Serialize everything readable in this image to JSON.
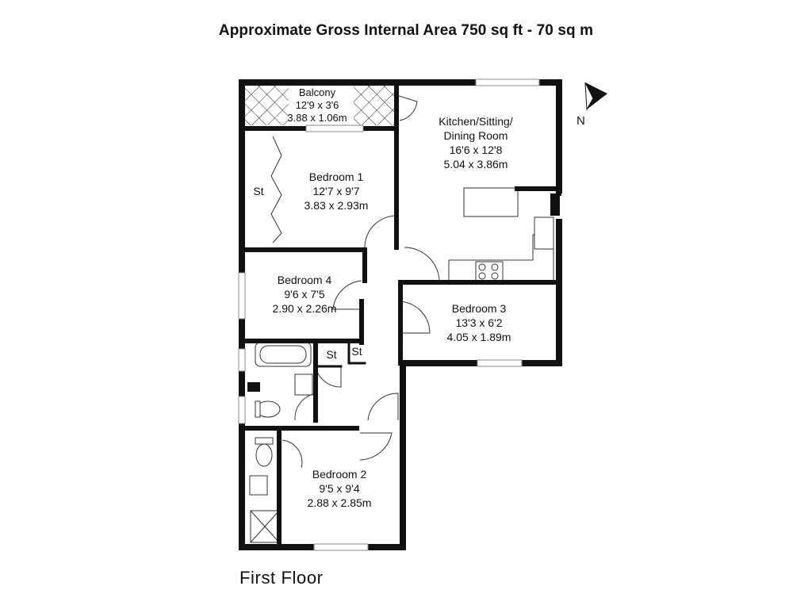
{
  "header": {
    "title": "Approximate Gross Internal Area 750 sq ft - 70 sq m"
  },
  "footer": {
    "floor_label": "First Floor"
  },
  "compass": {
    "label": "N"
  },
  "rooms": {
    "balcony": {
      "name": "Balcony",
      "imperial": "12'9 x 3'6",
      "metric": "3.88 x 1.06m"
    },
    "kitchen": {
      "name_line1": "Kitchen/Sitting/",
      "name_line2": "Dining Room",
      "imperial": "16'6 x 12'8",
      "metric": "5.04 x 3.86m"
    },
    "bedroom1": {
      "name": "Bedroom 1",
      "imperial": "12'7 x 9'7",
      "metric": "3.83 x 2.93m"
    },
    "bedroom2": {
      "name": "Bedroom 2",
      "imperial": "9'5 x 9'4",
      "metric": "2.88 x 2.85m"
    },
    "bedroom3": {
      "name": "Bedroom 3",
      "imperial": "13'3 x 6'2",
      "metric": "4.05 x 1.89m"
    },
    "bedroom4": {
      "name": "Bedroom 4",
      "imperial": "9'6 x 7'5",
      "metric": "2.90 x 2.26m"
    }
  },
  "storage": {
    "label": "St"
  }
}
